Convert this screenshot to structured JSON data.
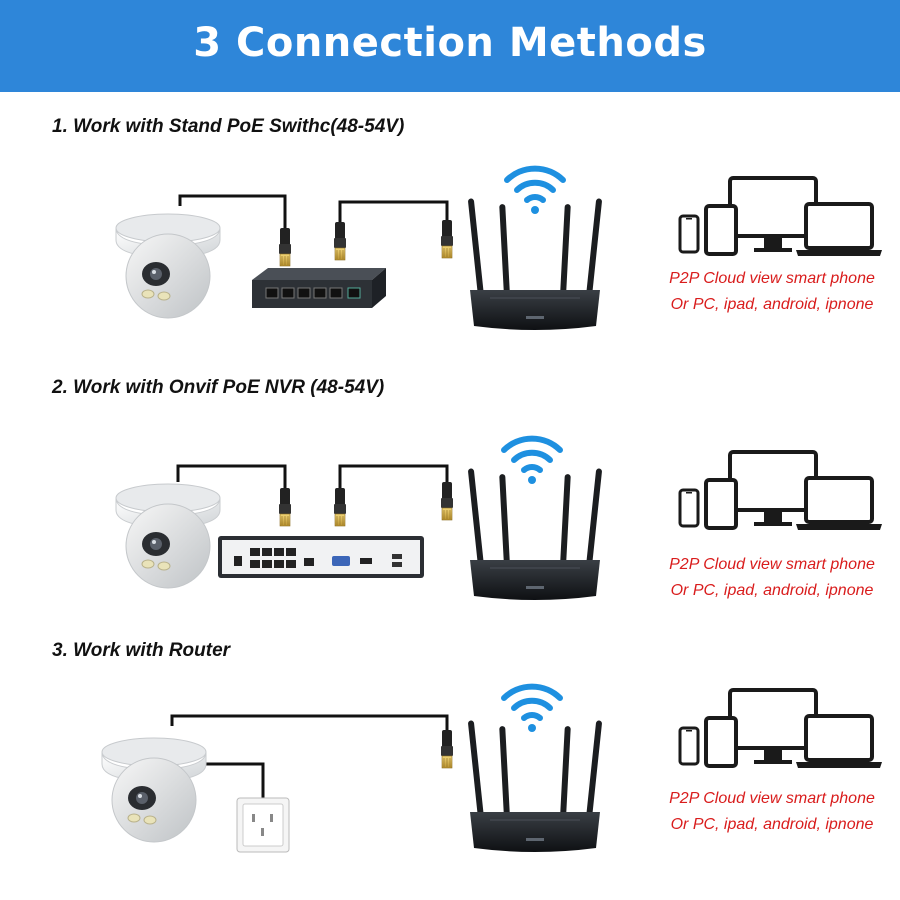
{
  "header": {
    "title": "3 Connection Methods"
  },
  "methods": [
    {
      "title": "1. Work with Stand PoE Swithc(48-54V)",
      "caption_line1": "P2P Cloud view smart phone",
      "caption_line2": "Or PC, ipad, android, ipnone"
    },
    {
      "title": "2. Work with Onvif PoE NVR (48-54V)",
      "caption_line1": "P2P Cloud view smart phone",
      "caption_line2": "Or PC, ipad, android, ipnone"
    },
    {
      "title": "3. Work with Router",
      "caption_line1": "P2P Cloud view smart phone",
      "caption_line2": "Or PC, ipad, android, ipnone"
    }
  ],
  "colors": {
    "banner": "#2e86d9",
    "caption": "#d91c1c",
    "wifi": "#1e90e0",
    "cable": "#111111"
  }
}
